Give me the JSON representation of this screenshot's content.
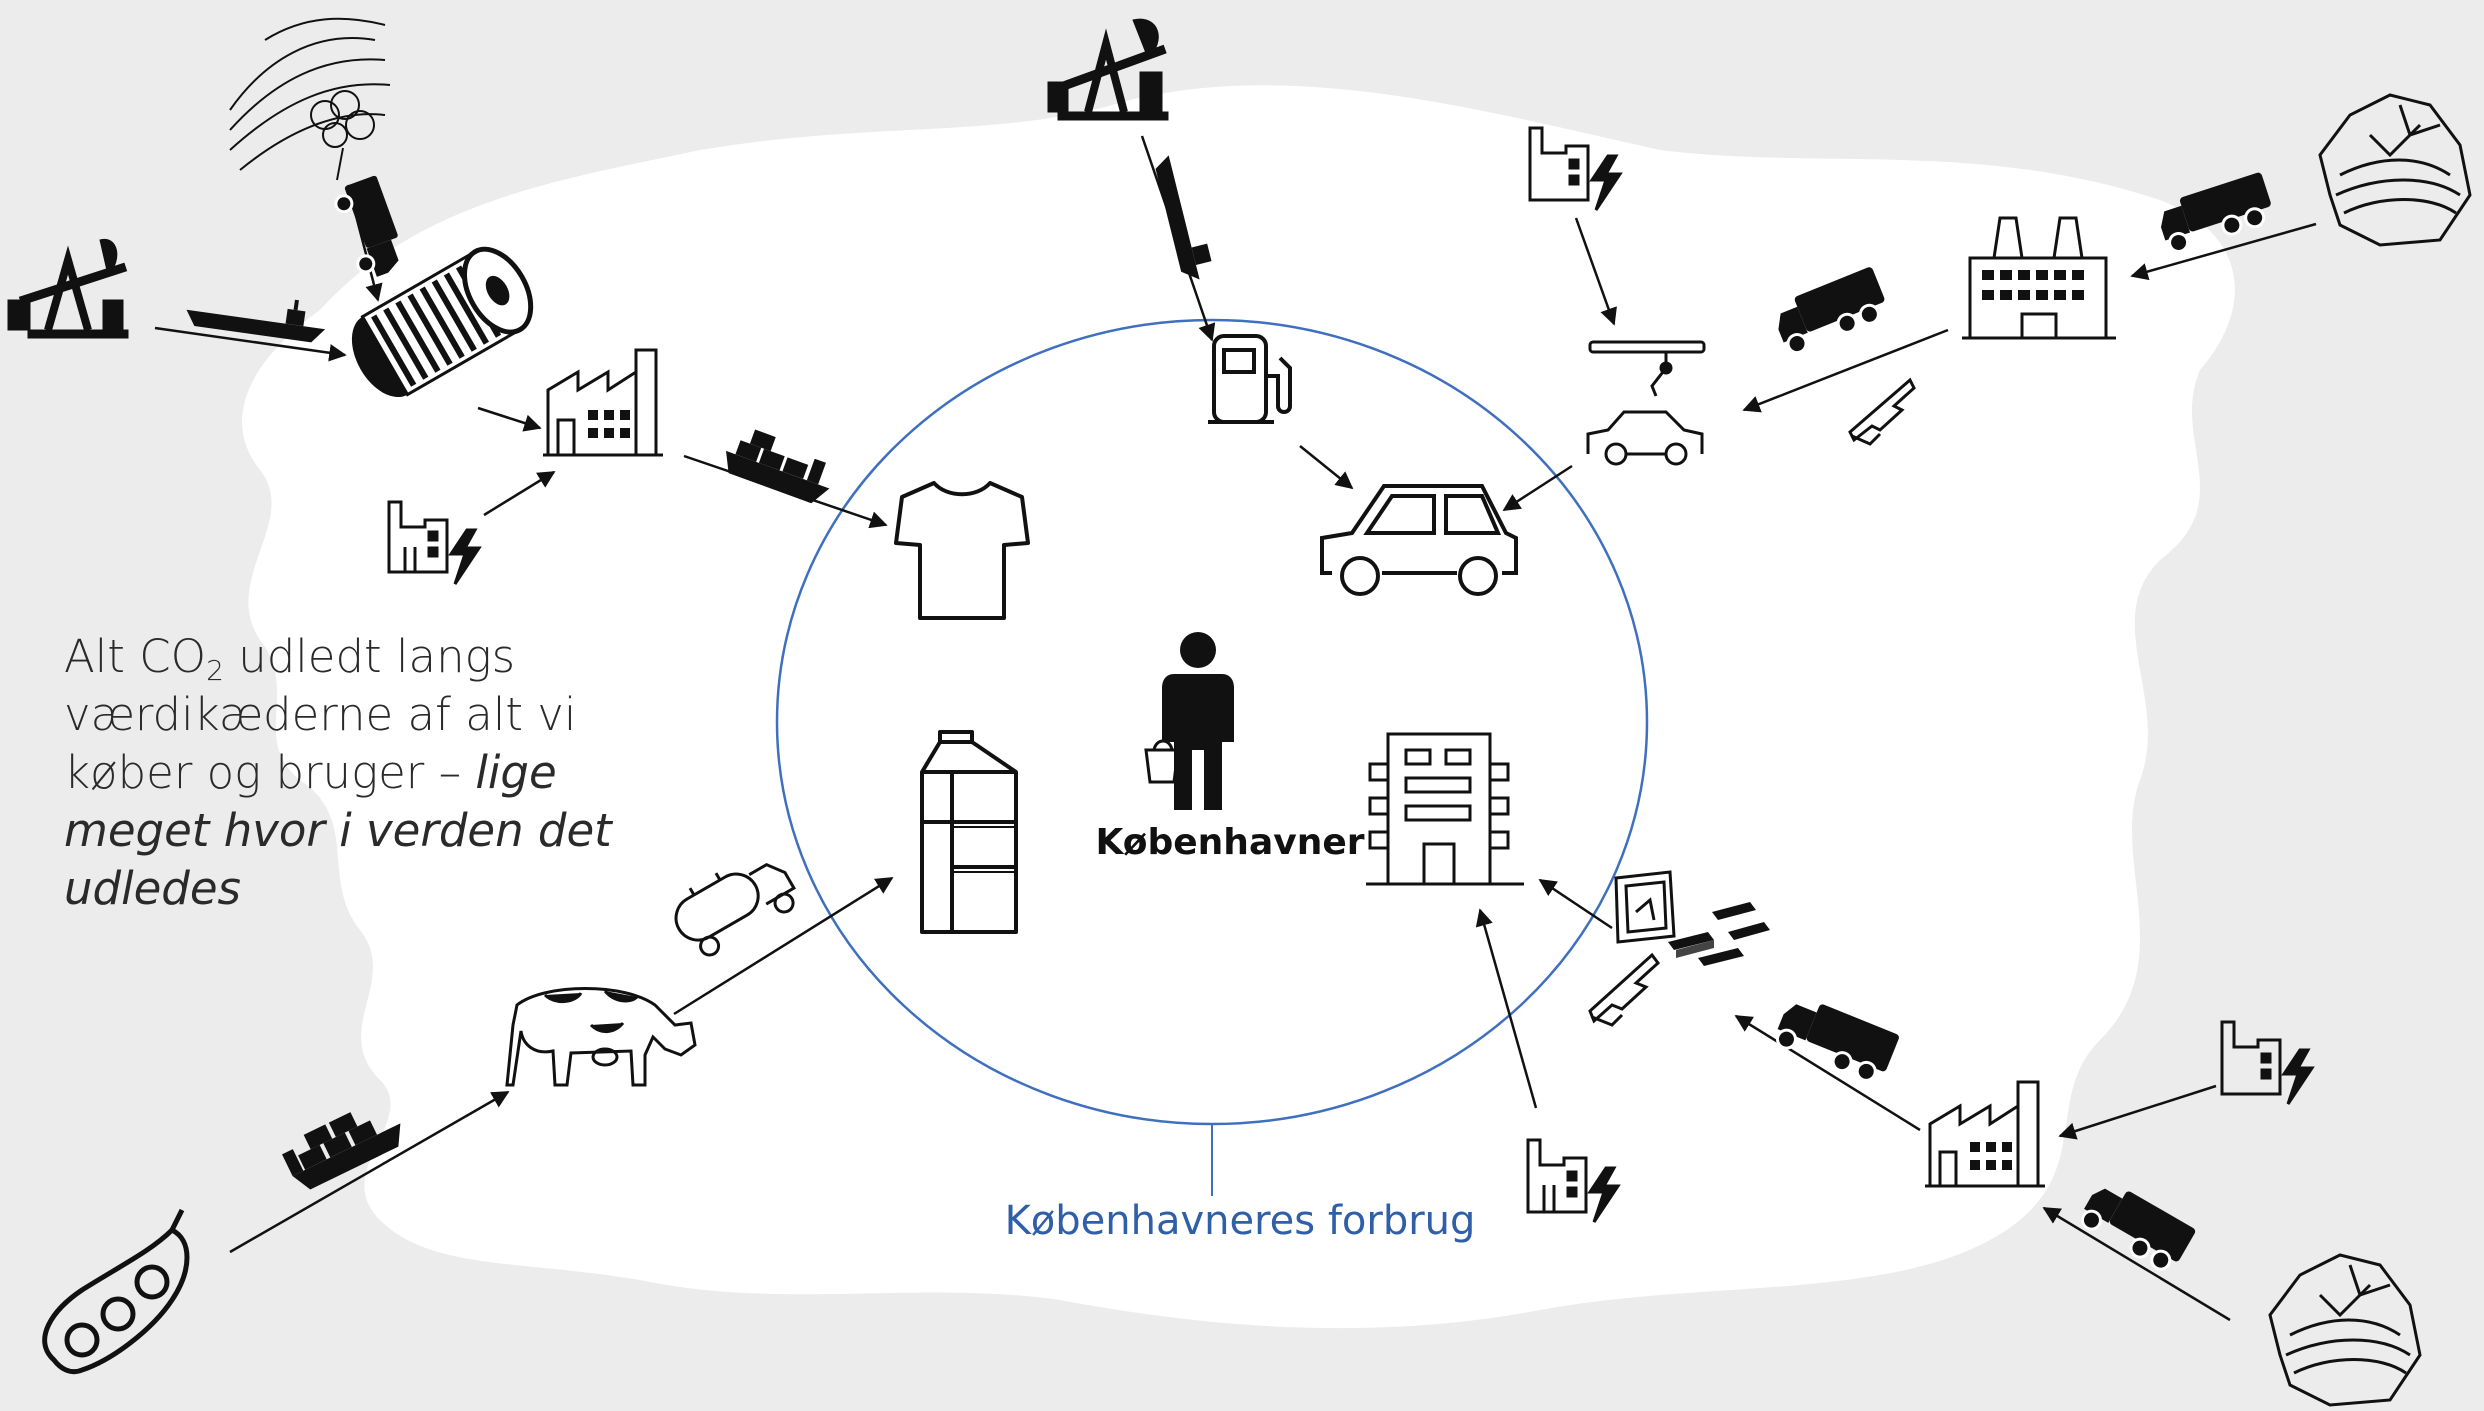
{
  "caption": {
    "line1_pre": "Alt CO",
    "line1_sub": "2",
    "line1_post": " udledt langs",
    "line2": "værdikæderne af alt vi",
    "line3_plain": "køber og bruger – ",
    "line3_italic": "lige",
    "line4_italic": "meget hvor i verden det",
    "line5_italic": "udledes"
  },
  "center_label": "Københavner",
  "circle_label": "Københavneres forbrug",
  "colors": {
    "background": "#ececec",
    "blob": "#ffffff",
    "circle": "#3f6fbf",
    "circle_label": "#2f5fa8",
    "icon": "#111111"
  },
  "icons": [
    "cotton-field-icon",
    "oil-pump-icon",
    "tanker-ship-icon",
    "truck-icon",
    "thread-spool-icon",
    "factory-icon",
    "power-plant-icon",
    "container-ship-icon",
    "tshirt-icon",
    "fuel-pump-icon",
    "car-icon",
    "car-assembly-icon",
    "steel-beam-icon",
    "steel-mill-icon",
    "mine-rock-icon",
    "person-icon",
    "milk-carton-icon",
    "milk-tanker-truck-icon",
    "cow-icon",
    "soybean-icon",
    "apartment-building-icon",
    "cement-bag-icon",
    "bricks-icon"
  ]
}
